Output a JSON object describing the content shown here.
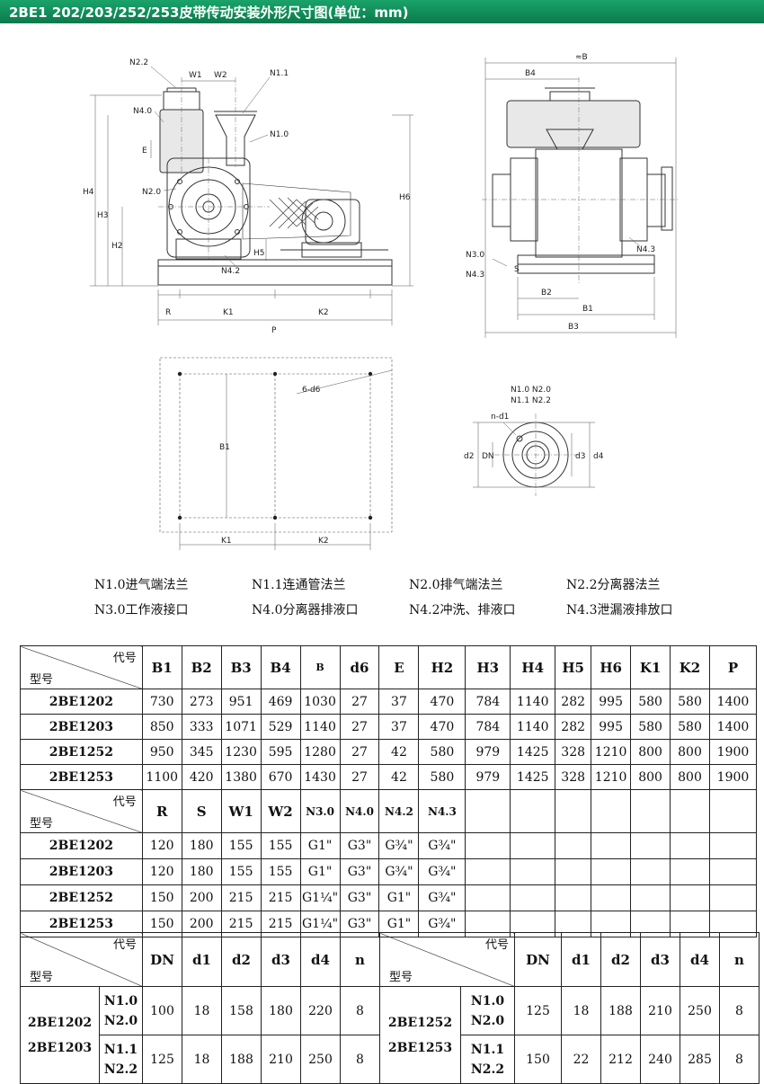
{
  "title": "2BE1 202/203/252/253皮带传动安装外形尺寸图(单位：mm)",
  "drawing_labels": {
    "front": [
      "N2.2",
      "W1",
      "W2",
      "N1.1",
      "N4.0",
      "N1.0",
      "E",
      "N2.0",
      "H4",
      "H3",
      "H2",
      "H5",
      "N4.2",
      "H6",
      "R",
      "K1",
      "K2",
      "P"
    ],
    "side": [
      "B4",
      "≈B",
      "N3.0",
      "N4.3",
      "S",
      "N4.3",
      "B2",
      "B1",
      "B3"
    ],
    "plan": [
      "6-d6",
      "B1",
      "K1",
      "K2"
    ],
    "flange": [
      "N1.0 N2.0",
      "N1.1 N2.2",
      "n-d1",
      "d2",
      "DN",
      "d3",
      "d4"
    ]
  },
  "legend": [
    [
      "N1.0进气端法兰",
      "N1.1连通管法兰",
      "N2.0排气端法兰",
      "N2.2分离器法兰"
    ],
    [
      "N3.0工作液接口",
      "N4.0分离器排液口",
      "N4.2冲洗、排液口",
      "N4.3泄漏液排放口"
    ]
  ],
  "diag": {
    "top": "代号",
    "bottom": "型号"
  },
  "table1": {
    "headers": [
      "B1",
      "B2",
      "B3",
      "B4",
      "B",
      "d6",
      "E",
      "H2",
      "H3",
      "H4",
      "H5",
      "H6",
      "K1",
      "K2",
      "P"
    ],
    "rows": [
      {
        "model": "2BE1202",
        "values": [
          "730",
          "273",
          "951",
          "469",
          "1030",
          "27",
          "37",
          "470",
          "784",
          "1140",
          "282",
          "995",
          "580",
          "580",
          "1400"
        ]
      },
      {
        "model": "2BE1203",
        "values": [
          "850",
          "333",
          "1071",
          "529",
          "1140",
          "27",
          "37",
          "470",
          "784",
          "1140",
          "282",
          "995",
          "580",
          "580",
          "1400"
        ]
      },
      {
        "model": "2BE1252",
        "values": [
          "950",
          "345",
          "1230",
          "595",
          "1280",
          "27",
          "42",
          "580",
          "979",
          "1425",
          "328",
          "1210",
          "800",
          "800",
          "1900"
        ]
      },
      {
        "model": "2BE1253",
        "values": [
          "1100",
          "420",
          "1380",
          "670",
          "1430",
          "27",
          "42",
          "580",
          "979",
          "1425",
          "328",
          "1210",
          "800",
          "800",
          "1900"
        ]
      }
    ]
  },
  "table2": {
    "headers": [
      "R",
      "S",
      "W1",
      "W2",
      "N3.0",
      "N4.0",
      "N4.2",
      "N4.3"
    ],
    "rows": [
      {
        "model": "2BE1202",
        "values": [
          "120",
          "180",
          "155",
          "155",
          "G1\"",
          "G3\"",
          "G¾\"",
          "G¾\""
        ]
      },
      {
        "model": "2BE1203",
        "values": [
          "120",
          "180",
          "155",
          "155",
          "G1\"",
          "G3\"",
          "G¾\"",
          "G¾\""
        ]
      },
      {
        "model": "2BE1252",
        "values": [
          "150",
          "200",
          "215",
          "215",
          "G1¼\"",
          "G3\"",
          "G1\"",
          "G¾\""
        ]
      },
      {
        "model": "2BE1253",
        "values": [
          "150",
          "200",
          "215",
          "215",
          "G1¼\"",
          "G3\"",
          "G1\"",
          "G¾\""
        ]
      }
    ]
  },
  "table3": {
    "headers": [
      "DN",
      "d1",
      "d2",
      "d3",
      "d4",
      "n"
    ],
    "left": {
      "models": [
        "2BE1202",
        "2BE1203"
      ],
      "rows": [
        {
          "ports": [
            "N1.0",
            "N2.0"
          ],
          "values": [
            "100",
            "18",
            "158",
            "180",
            "220",
            "8"
          ]
        },
        {
          "ports": [
            "N1.1",
            "N2.2"
          ],
          "values": [
            "125",
            "18",
            "188",
            "210",
            "250",
            "8"
          ]
        }
      ]
    },
    "right": {
      "models": [
        "2BE1252",
        "2BE1253"
      ],
      "rows": [
        {
          "ports": [
            "N1.0",
            "N2.0"
          ],
          "values": [
            "125",
            "18",
            "188",
            "210",
            "250",
            "8"
          ]
        },
        {
          "ports": [
            "N1.1",
            "N2.2"
          ],
          "values": [
            "150",
            "22",
            "212",
            "240",
            "285",
            "8"
          ]
        }
      ]
    }
  }
}
